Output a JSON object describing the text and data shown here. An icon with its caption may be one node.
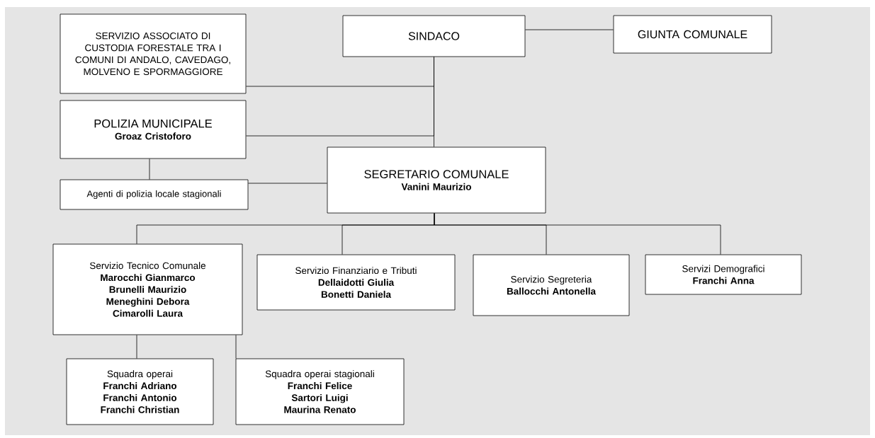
{
  "diagram": {
    "nodes": [
      {
        "text": [
          "SERVIZIO ASSOCIATO DI CUSTODIA FORESTALE TRA I COMUNI DI ANDALO, CAVEDAGO, MOLVENO E SPORMAGGIORE"
        ]
      },
      {
        "text": [
          "SINDACO"
        ]
      },
      {
        "text": [
          "GIUNTA COMUNALE"
        ]
      },
      {
        "text": [
          "POLIZIA MUNICIPALE",
          "Groaz Cristoforo"
        ]
      },
      {
        "text": [
          "SEGRETARIO COMUNALE",
          "Vanini Maurizio"
        ]
      },
      {
        "text": [
          "Agenti di polizia locale stagionali"
        ]
      },
      {
        "text": [
          "Servizio Tecnico Comunale",
          "Marocchi Gianmarco",
          "Brunelli Maurizio",
          "Meneghini Debora",
          "Cimarolli Laura"
        ]
      },
      {
        "text": [
          "Servizio Finanziario e Tributi",
          "Dellaidotti Giulia",
          "Bonetti Daniela"
        ]
      },
      {
        "text": [
          "Servizio Segreteria",
          "Ballocchi Antonella"
        ]
      },
      {
        "text": [
          "Servizi Demografici",
          "Franchi Anna"
        ]
      },
      {
        "text": [
          "Squadra operai",
          "Franchi Adriano",
          "Franchi Antonio",
          "Franchi Christian"
        ]
      },
      {
        "text": [
          "Squadra operai stagionali",
          "Franchi Felice",
          "Sartori Luigi",
          "Maurina Renato"
        ]
      }
    ],
    "edges": [
      {
        "from": 1,
        "to": 2,
        "arrow": "none"
      },
      {
        "from": 1,
        "to": 0,
        "arrow": "none"
      },
      {
        "from": 1,
        "to": 3,
        "arrow": "none"
      },
      {
        "from": 1,
        "to": 4,
        "arrow": "none"
      },
      {
        "from": 3,
        "to": 5,
        "arrow": "none"
      },
      {
        "from": 5,
        "to": 4,
        "arrow": "none"
      },
      {
        "from": 4,
        "to": 6,
        "arrow": "none"
      },
      {
        "from": 4,
        "to": 7,
        "arrow": "none"
      },
      {
        "from": 4,
        "to": 8,
        "arrow": "none"
      },
      {
        "from": 4,
        "to": 9,
        "arrow": "none"
      },
      {
        "from": 6,
        "to": 10,
        "arrow": "none"
      },
      {
        "from": 6,
        "to": 11,
        "arrow": "none"
      }
    ]
  }
}
